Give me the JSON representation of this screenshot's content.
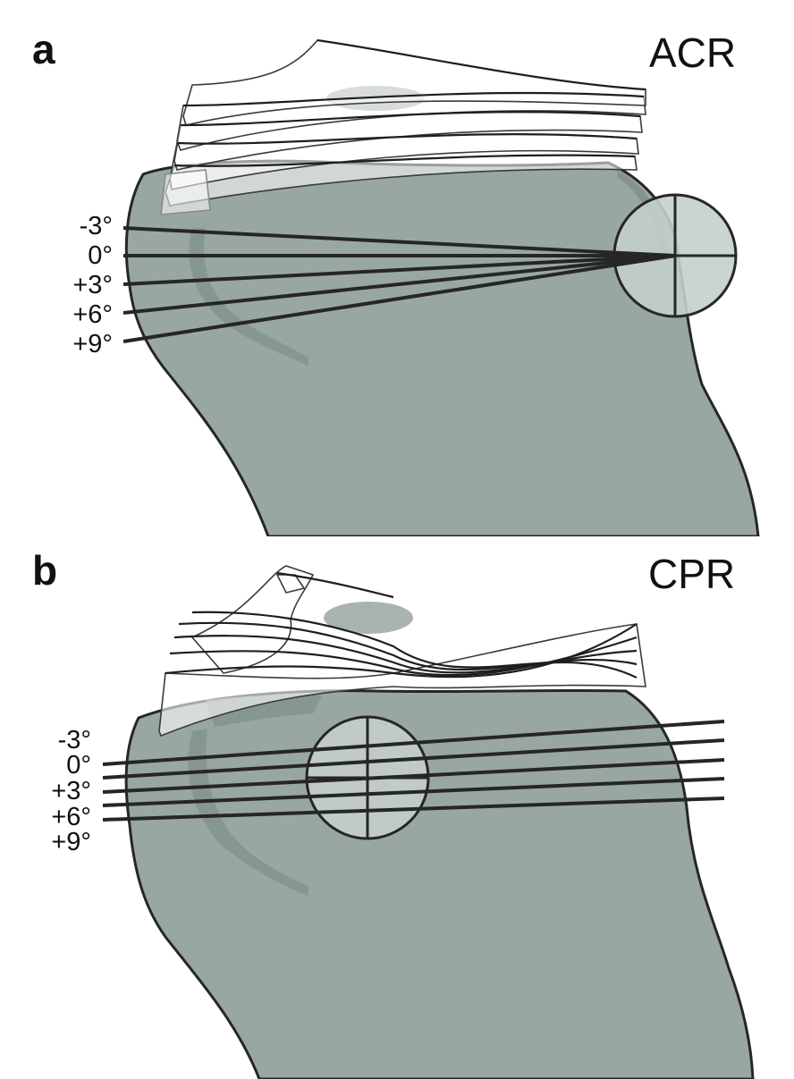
{
  "colors": {
    "bone_fill": "#98a7a4",
    "bone_shadow": "#7f8e8b",
    "outline": "#262626",
    "circle_fill": "#c4cfcd",
    "implant_fill": "#ffffff",
    "implant_shadow": "#b7c1bf"
  },
  "panel_a": {
    "letter": "a",
    "design": "ACR",
    "angles": [
      "-3°",
      "0°",
      "+3°",
      "+6°",
      "+9°"
    ]
  },
  "panel_b": {
    "letter": "b",
    "design": "CPR",
    "angles": [
      "-3°",
      "0°",
      "+3°",
      "+6°",
      "+9°"
    ]
  }
}
